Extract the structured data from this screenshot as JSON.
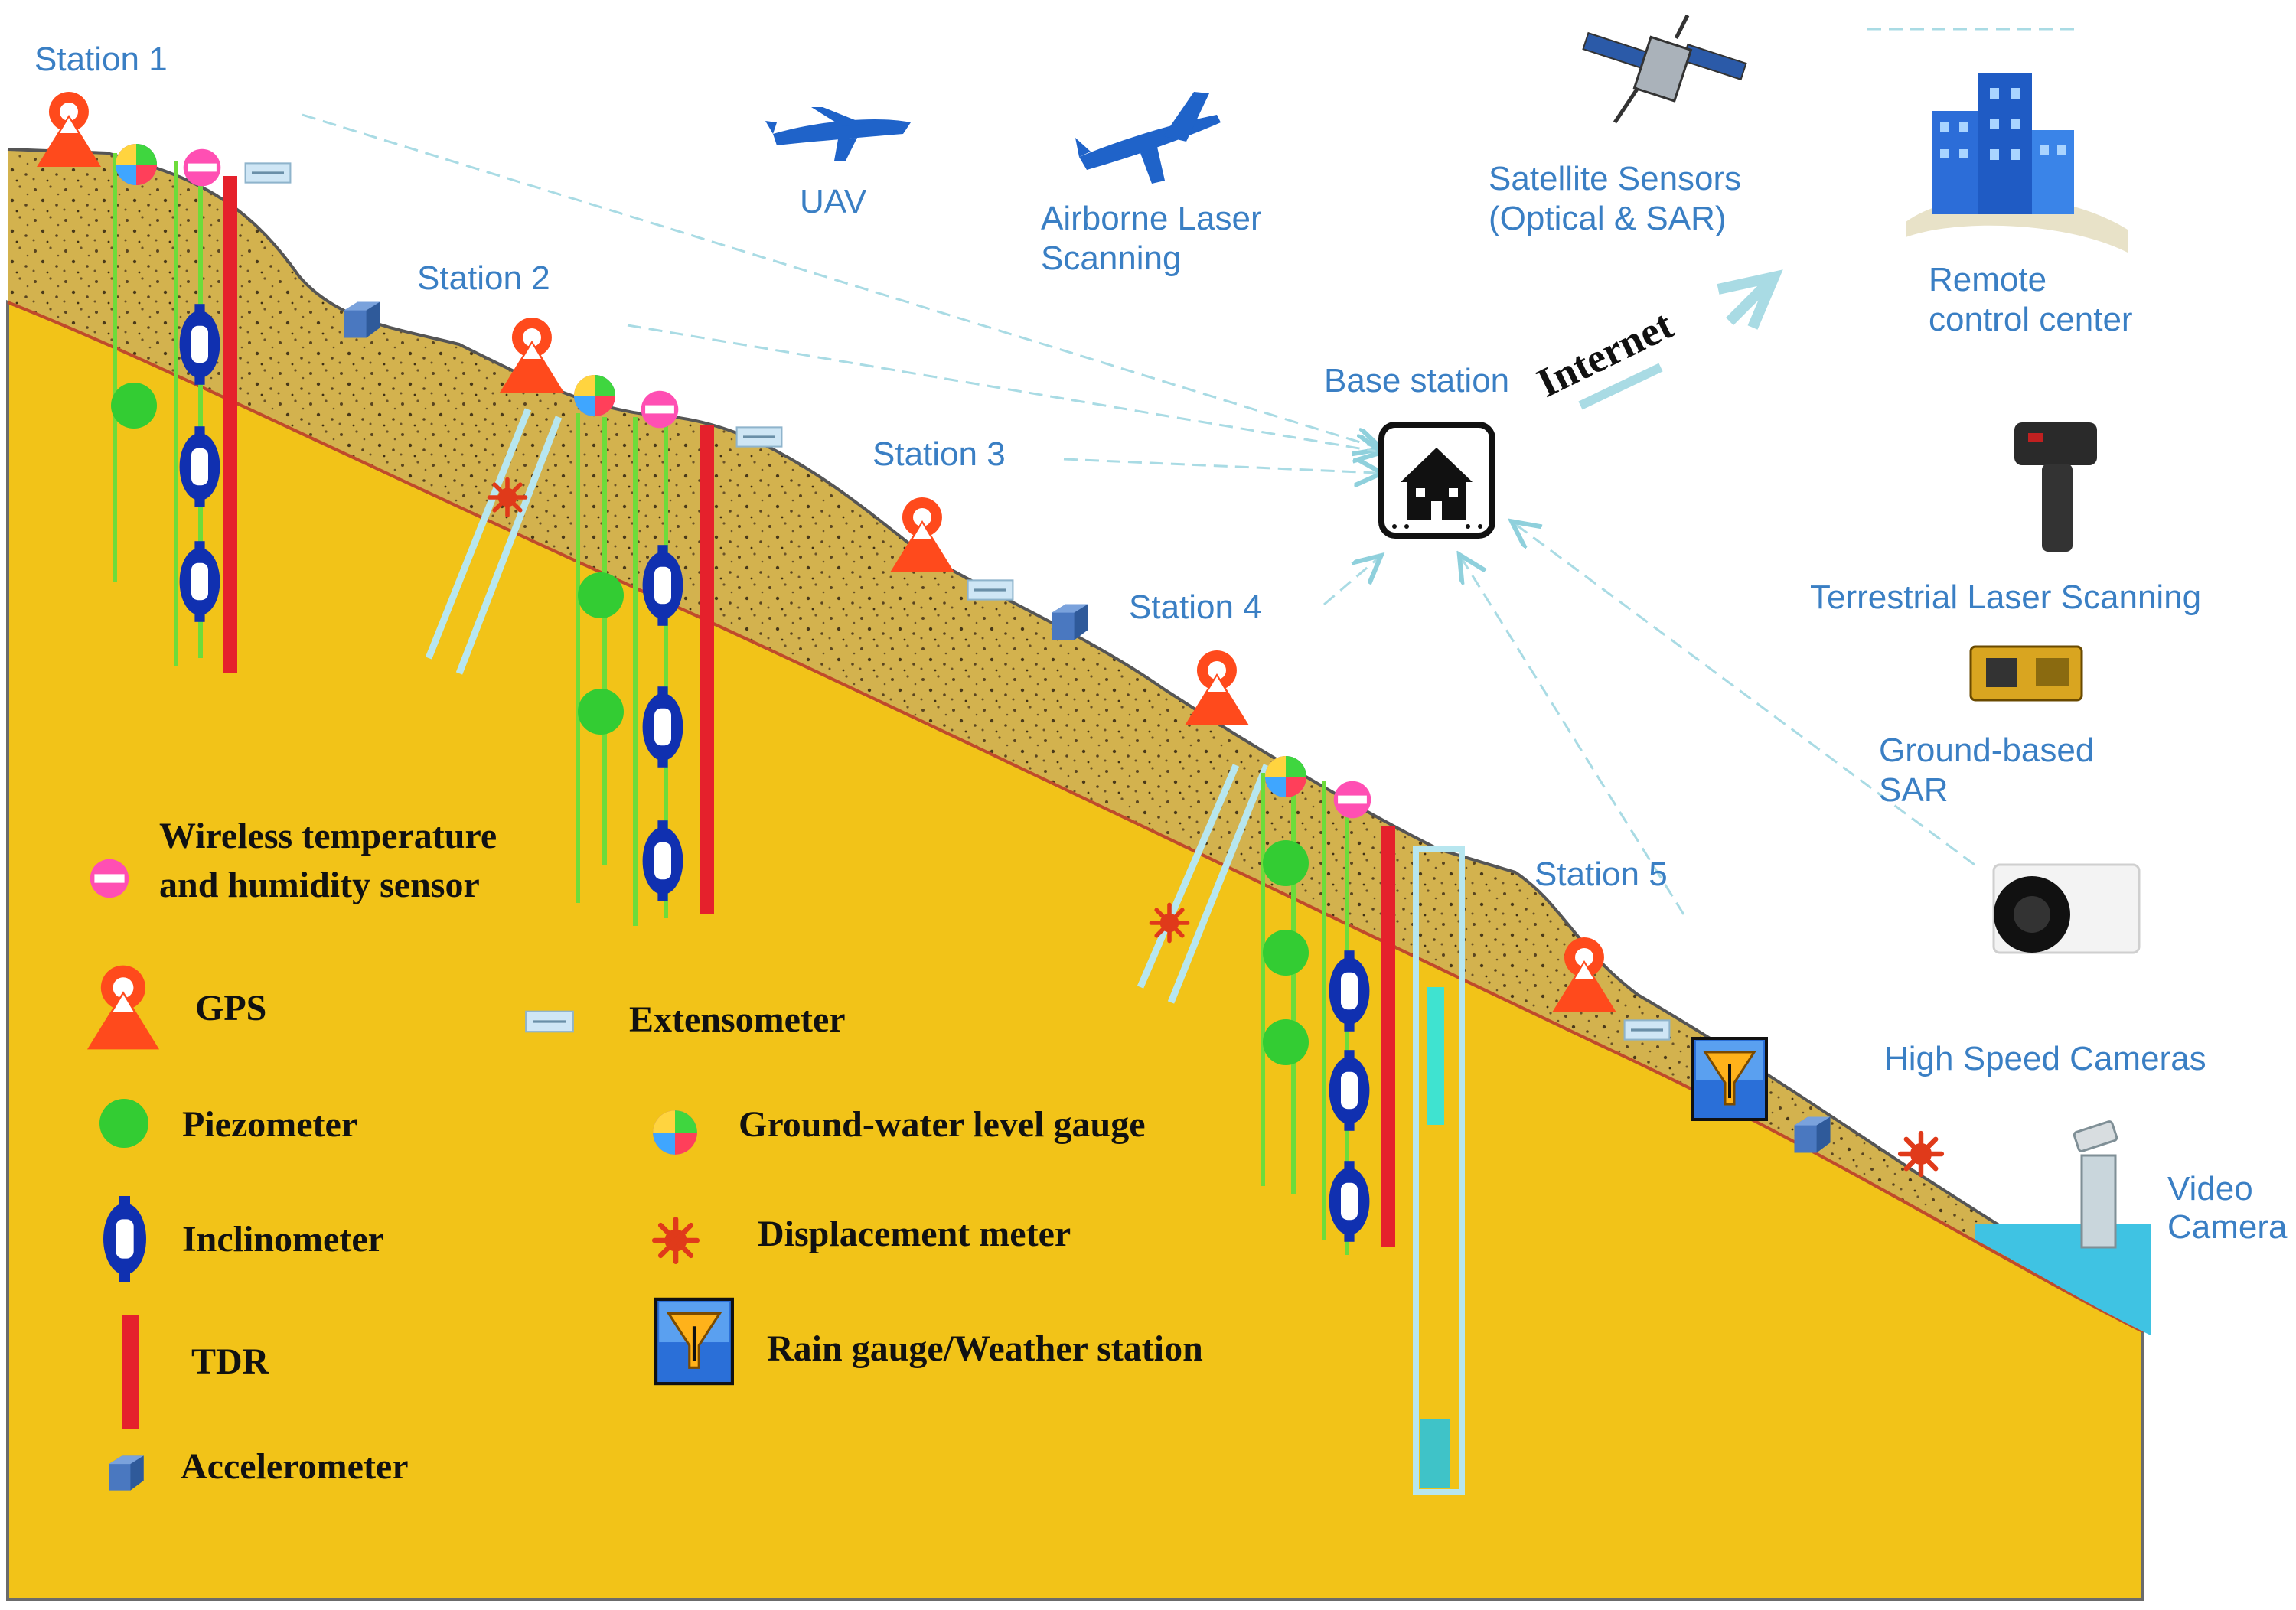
{
  "stations": [
    "Station 1",
    "Station 2",
    "Station 3",
    "Station 4",
    "Station 5"
  ],
  "remote_sensing": {
    "uav": "UAV",
    "airborne_line1": "Airborne Laser",
    "airborne_line2": "Scanning",
    "satellite_line1": "Satellite Sensors",
    "satellite_line2": "(Optical & SAR)",
    "remote_line1": "Remote",
    "remote_line2": "control center",
    "internet": "Internet",
    "base_station": "Base station",
    "tls": "Terrestrial  Laser Scanning",
    "gbsar_line1": "Ground-based",
    "gbsar_line2": "SAR",
    "high_speed": "High Speed Cameras",
    "video_line1": "Video",
    "video_line2": "Camera"
  },
  "legend": {
    "temp_humidity_line1": "Wireless temperature",
    "temp_humidity_line2": "and humidity sensor",
    "gps": "GPS",
    "extensometer": "Extensometer",
    "piezometer": "Piezometer",
    "groundwater": "Ground-water level gauge",
    "inclinometer": "Inclinometer",
    "displacement": "Displacement meter",
    "tdr": "TDR",
    "rain_gauge": "Rain gauge/Weather station",
    "accelerometer": "Accelerometer"
  },
  "colors": {
    "ground": "#f2c318",
    "soil": "#d2b04a",
    "gps": "#ff4a1c",
    "piezometer": "#33cc33",
    "inclinometer": "#1030b0",
    "tdr": "#e5212c",
    "accelerometer": "#4a78c0",
    "label_blue": "#3a7fc4",
    "water": "#3fc3e3"
  }
}
